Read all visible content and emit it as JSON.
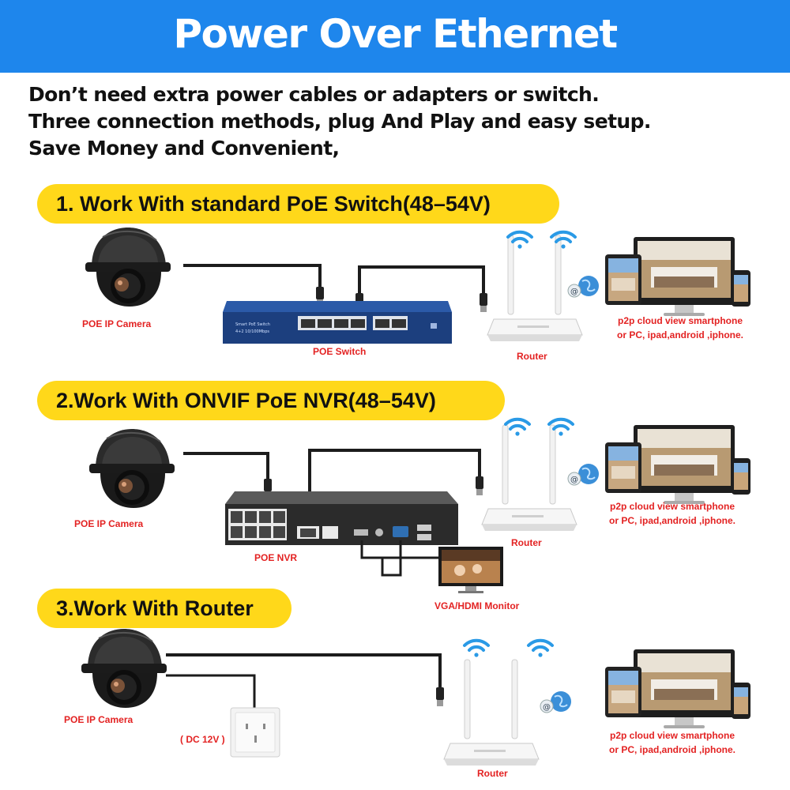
{
  "banner": {
    "title": "Power Over Ethernet",
    "color": "#1e86ec"
  },
  "intro": {
    "line1": "Don’t need extra power cables or adapters or switch.",
    "line2": "Three connection methods, plug And Play and easy setup.",
    "line3": "Save Money and Convenient,"
  },
  "methods": [
    {
      "title": "1. Work With standard PoE Switch(48–54V)"
    },
    {
      "title": "2.Work With ONVIF PoE NVR(48–54V)"
    },
    {
      "title": "3.Work With Router"
    }
  ],
  "labels": {
    "camera": "POE IP Camera",
    "poe_switch": "POE Switch",
    "poe_nvr": "POE NVR",
    "router": "Router",
    "monitor": "VGA/HDMI Monitor",
    "dc": "( DC 12V )",
    "cloud_line1": "p2p cloud view smartphone",
    "cloud_line2": "or PC, ipad,android ,iphone."
  },
  "colors": {
    "accent_yellow": "#ffd81a",
    "label_red": "#e32222",
    "wifi_blue": "#2a9ae6"
  }
}
